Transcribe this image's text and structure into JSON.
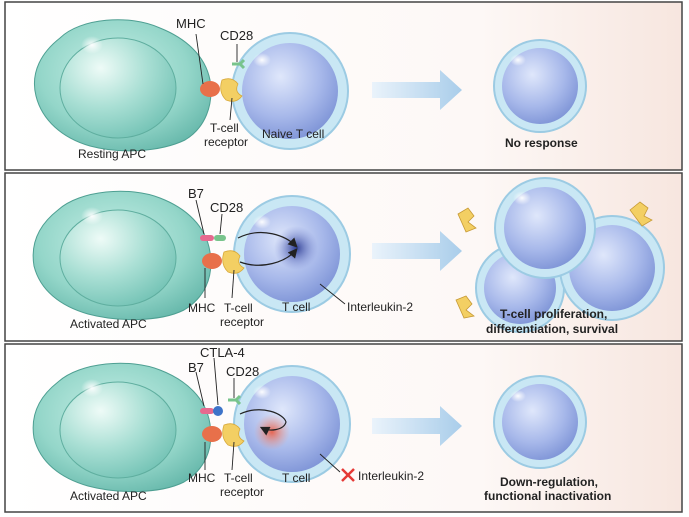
{
  "panels": [
    {
      "apc_label": "Resting APC",
      "tcell_label": "Naive T cell",
      "outcome_label": "No response",
      "mhc_label": "MHC",
      "cd28_label": "CD28",
      "tcr_label_line1": "T-cell",
      "tcr_label_line2": "receptor"
    },
    {
      "apc_label": "Activated APC",
      "tcell_label": "T cell",
      "b7_label": "B7",
      "cd28_label": "CD28",
      "mhc_label": "MHC",
      "tcr_label_line1": "T-cell",
      "tcr_label_line2": "receptor",
      "il2_label": "Interleukin-2",
      "outcome_line1": "T-cell proliferation,",
      "outcome_line2": "differentiation, survival"
    },
    {
      "apc_label": "Activated APC",
      "tcell_label": "T cell",
      "ctla4_label": "CTLA-4",
      "b7_label": "B7",
      "cd28_label": "CD28",
      "mhc_label": "MHC",
      "tcr_label_line1": "T-cell",
      "tcr_label_line2": "receptor",
      "il2_label": "Interleukin-2",
      "blocked_icon": "x-mark-icon",
      "outcome_line1": "Down-regulation,",
      "outcome_line2": "functional inactivation"
    }
  ],
  "colors": {
    "apc_fill": "#8fd3c6",
    "apc_edge": "#5fb3a6",
    "tcell_fill": "#9fb4e6",
    "tcell_edge": "#bfe4f3",
    "arrow": "#b7d6ee",
    "mhc": "#e8704a",
    "tcr": "#f3cf63",
    "cd28": "#78c48c",
    "b7": "#e66a8f",
    "ctla4": "#3d74c9",
    "il2_cross": "#e53935",
    "panel_border": "#444444"
  }
}
